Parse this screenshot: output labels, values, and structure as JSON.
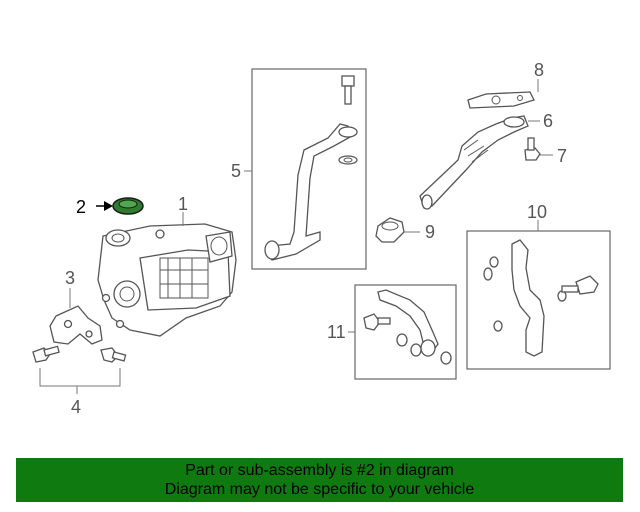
{
  "diagram": {
    "callouts": {
      "c1": "1",
      "c2": "2",
      "c3": "3",
      "c4": "4",
      "c5": "5",
      "c6": "6",
      "c7": "7",
      "c8": "8",
      "c9": "9",
      "c10": "10",
      "c11": "11"
    },
    "highlighted_part": "2",
    "highlight_color": "#2d7d2d"
  },
  "banner": {
    "line1": "Part or sub-assembly is #2 in diagram",
    "line2": "Diagram may not be specific to your vehicle",
    "background": "#0f7a10"
  }
}
